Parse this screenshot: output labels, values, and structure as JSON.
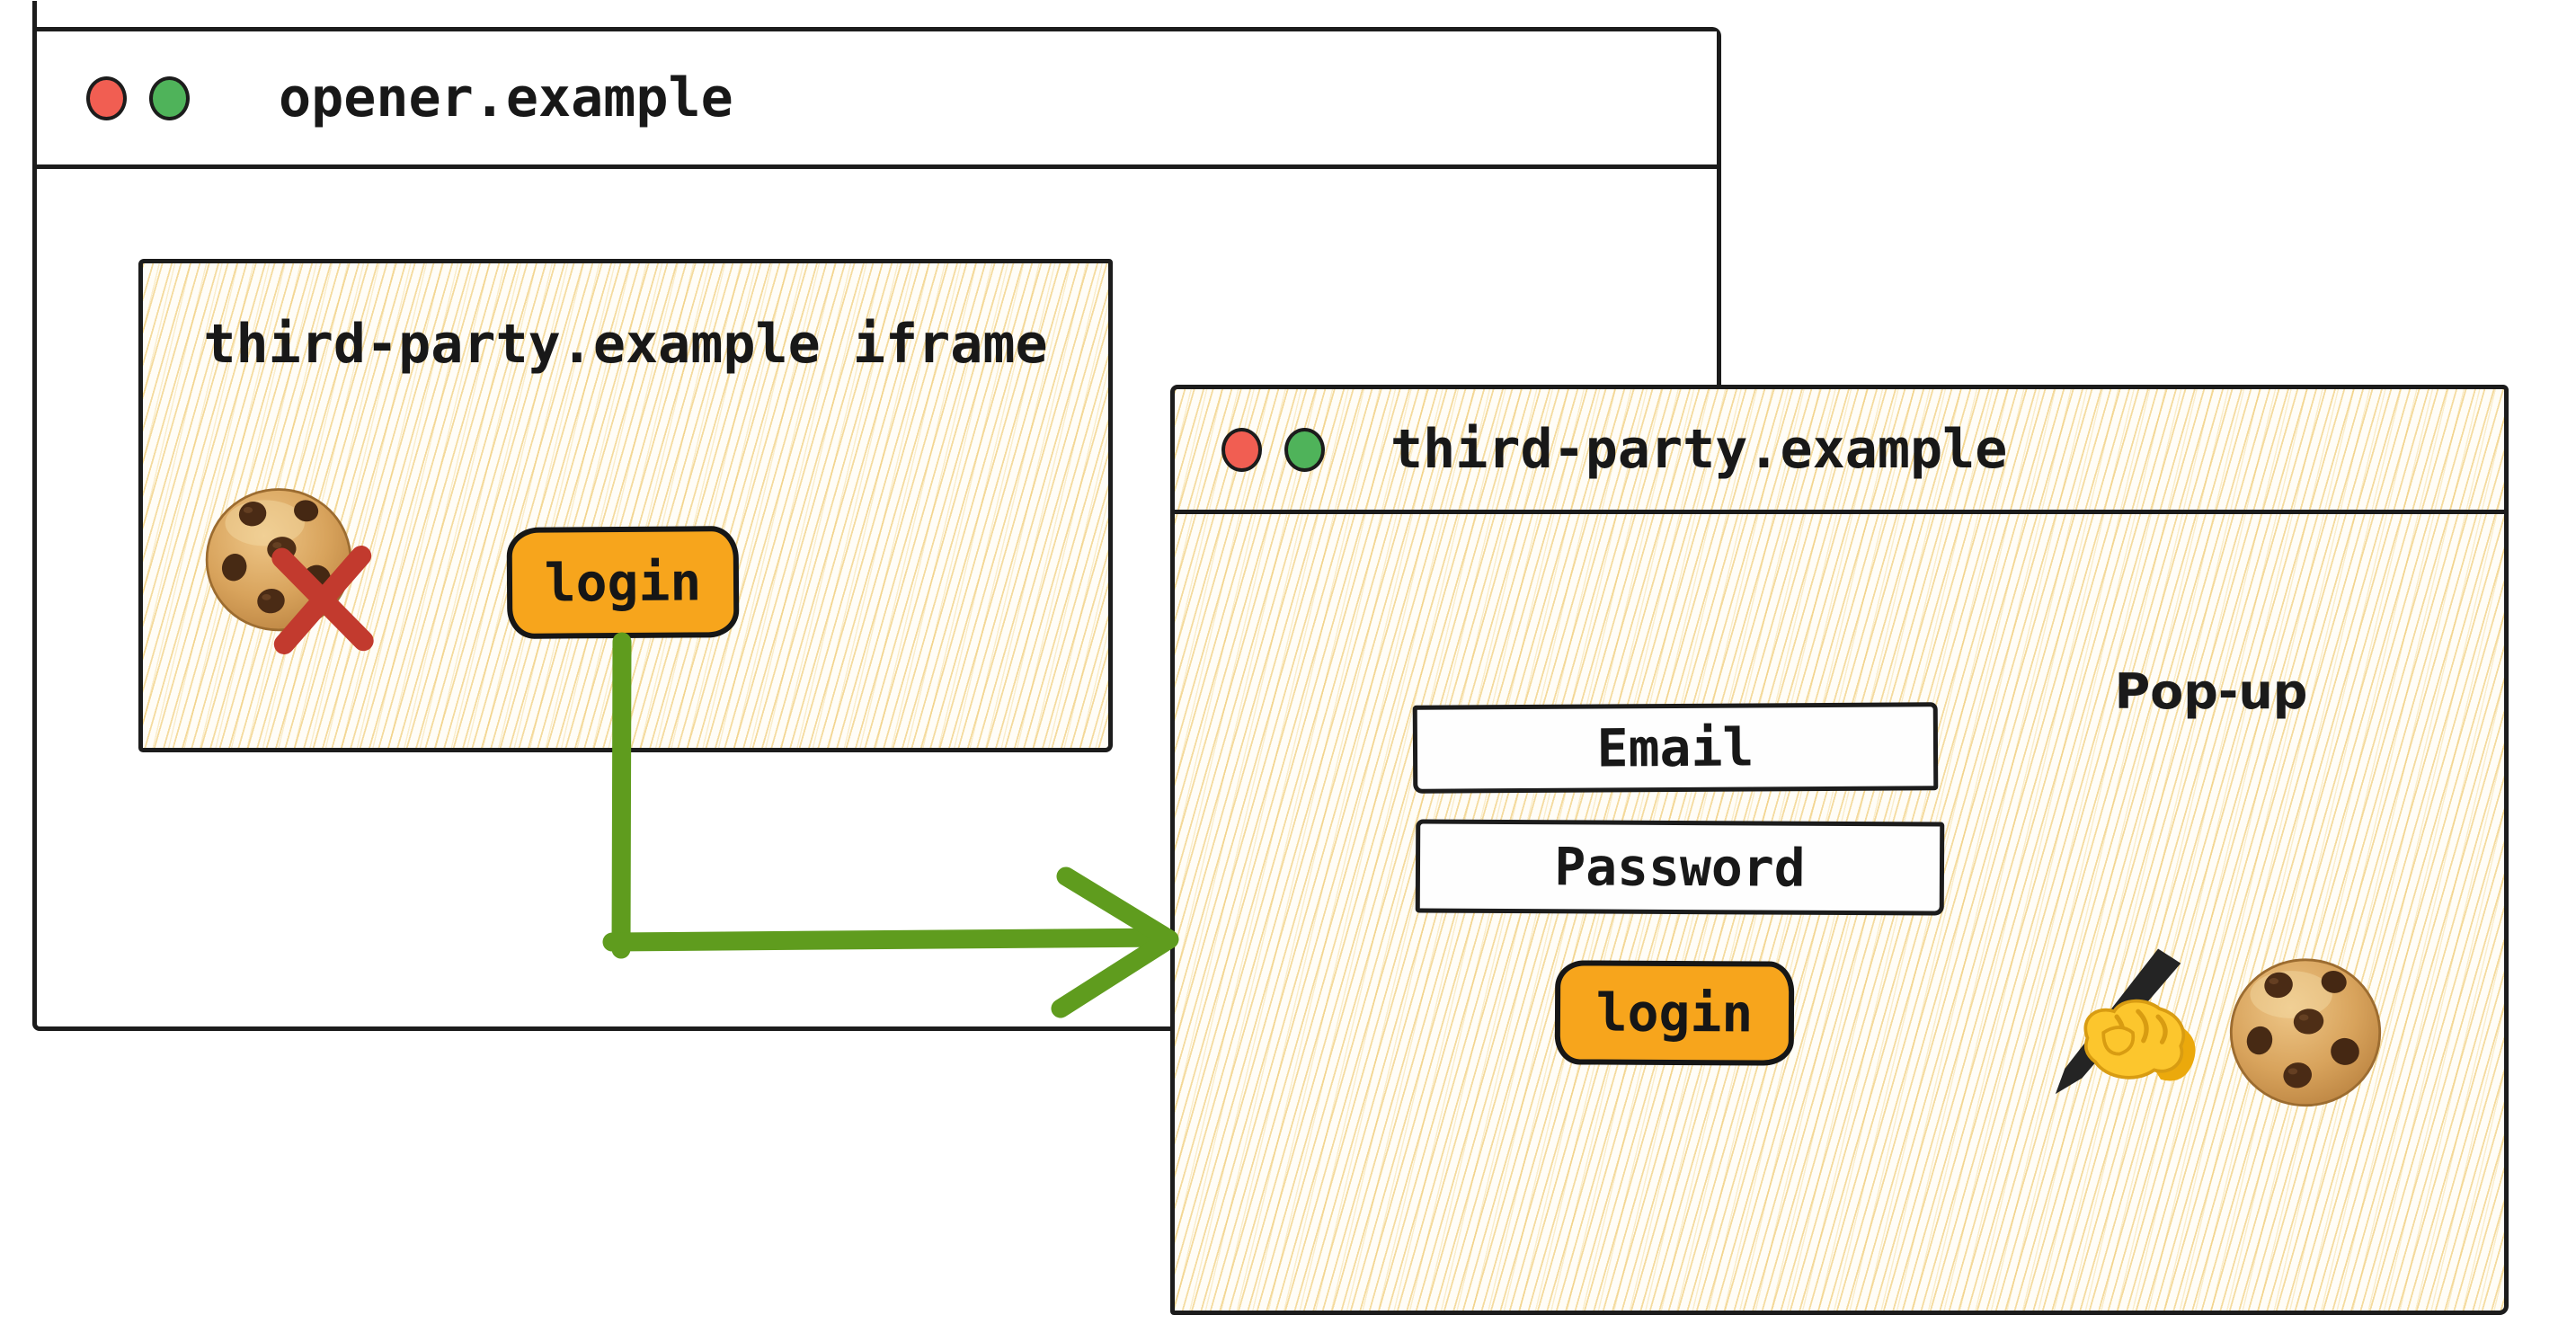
{
  "canvas": {
    "background": "#ffffff"
  },
  "colors": {
    "stroke": "#1c1c1c",
    "button_orange": "#f7a51c",
    "arrow_green": "#5f9c1e",
    "cross_red": "#c23a2e",
    "traffic_light_red": "#f15e52",
    "traffic_light_green": "#4fb35a",
    "hatch_gold": "#eec669"
  },
  "opener_window": {
    "title": "opener.example",
    "iframe": {
      "label": "third-party.example iframe",
      "login_button_label": "login",
      "blocked_cookie_icon": "cookie-with-red-cross"
    }
  },
  "popup_window": {
    "title": "third-party.example",
    "popup_label": "Pop-up",
    "email_field_label": "Email",
    "password_field_label": "Password",
    "login_button_label": "login",
    "writing_hand_icon": "writing-hand",
    "cookie_icon": "chocolate-chip-cookie"
  },
  "arrow": {
    "from": "iframe-login-button",
    "to": "popup-window",
    "color": "#5f9c1e"
  }
}
